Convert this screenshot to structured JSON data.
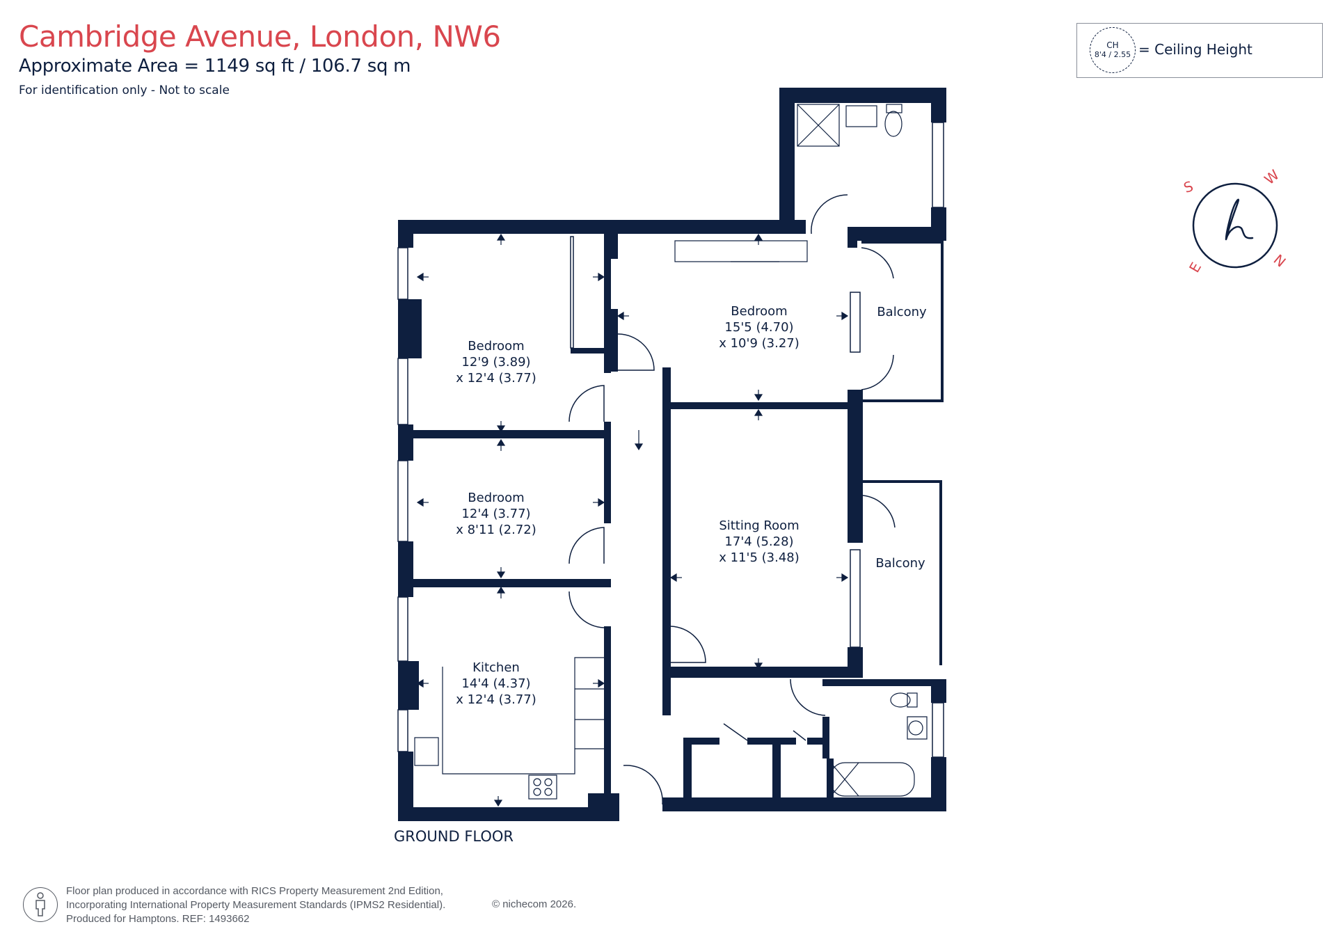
{
  "header": {
    "title": "Cambridge Avenue, London, NW6",
    "area": "Approximate Area = 1149 sq ft / 106.7 sq m",
    "note": "For identification only - Not to scale"
  },
  "legend": {
    "ch_label": "CH",
    "ch_value": "8'4 / 2.55",
    "text": "= Ceiling Height"
  },
  "rooms": {
    "bedroom1": {
      "name": "Bedroom",
      "dim1": "12'9 (3.89)",
      "dim2": "x 12'4 (3.77)"
    },
    "bedroom2": {
      "name": "Bedroom",
      "dim1": "15'5 (4.70)",
      "dim2": "x 10'9 (3.27)"
    },
    "bedroom3": {
      "name": "Bedroom",
      "dim1": "12'4 (3.77)",
      "dim2": "x 8'11 (2.72)"
    },
    "sitting": {
      "name": "Sitting Room",
      "dim1": "17'4 (5.28)",
      "dim2": "x 11'5 (3.48)"
    },
    "kitchen": {
      "name": "Kitchen",
      "dim1": "14'4 (4.37)",
      "dim2": "x 12'4 (3.77)"
    },
    "balcony1": {
      "name": "Balcony"
    },
    "balcony2": {
      "name": "Balcony"
    }
  },
  "floor_label": "GROUND FLOOR",
  "footer": {
    "line1": "Floor plan produced in accordance with RICS Property Measurement 2nd Edition,",
    "line2": "Incorporating International Property Measurement Standards (IPMS2 Residential).",
    "line3": "Produced for Hamptons.   REF: 1493662",
    "copyright": "© nichecom 2026."
  },
  "compass": {
    "n": "N",
    "s": "S",
    "e": "E",
    "w": "W",
    "logo": "h"
  },
  "colors": {
    "wall": "#0e1f3f",
    "title": "#d9464e",
    "accent": "#d9464e"
  }
}
